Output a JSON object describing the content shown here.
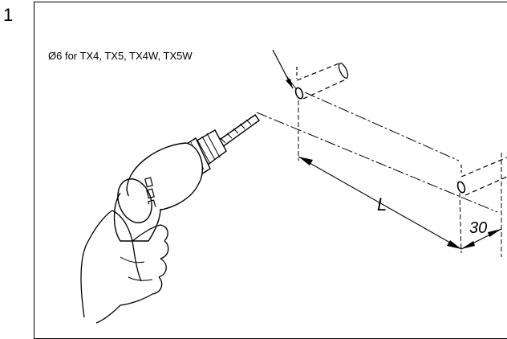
{
  "step": {
    "number": "1"
  },
  "annotation": {
    "hole_note": "Ø6 for TX4, TX5, TX4W, TX5W"
  },
  "dimensions": {
    "distance_label": "L",
    "offset_label": "30"
  },
  "colors": {
    "line": "#000000",
    "background": "#ffffff"
  }
}
